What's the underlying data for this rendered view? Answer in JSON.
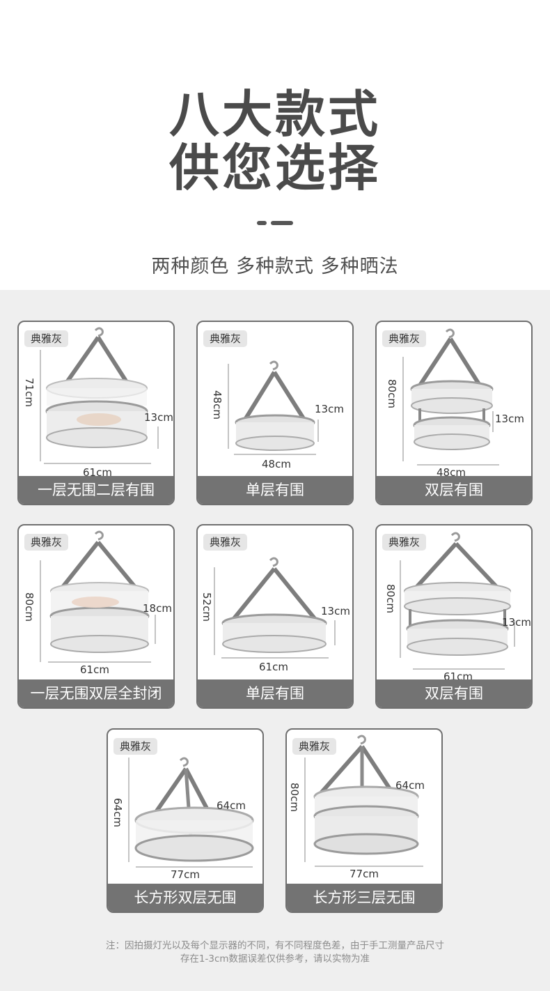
{
  "header": {
    "line1": "八大款式",
    "line2": "供您选择",
    "subtitle": "两种颜色 多种款式 多种晒法"
  },
  "cards": [
    {
      "tag": "典雅灰",
      "height": "71cm",
      "layer_gap": "13cm",
      "width": "61cm",
      "name": "一层无围二层有围"
    },
    {
      "tag": "典雅灰",
      "height": "48cm",
      "layer_gap": "13cm",
      "width": "48cm",
      "name": "单层有围"
    },
    {
      "tag": "典雅灰",
      "height": "80cm",
      "layer_gap": "13cm",
      "width": "48cm",
      "name": "双层有围"
    },
    {
      "tag": "典雅灰",
      "height": "80cm",
      "layer_gap": "18cm",
      "width": "61cm",
      "name": "一层无围双层全封闭"
    },
    {
      "tag": "典雅灰",
      "height": "52cm",
      "layer_gap": "13cm",
      "width": "61cm",
      "name": "单层有围"
    },
    {
      "tag": "典雅灰",
      "height": "80cm",
      "layer_gap": "13cm",
      "width": "61cm",
      "name": "双层有围"
    },
    {
      "tag": "典雅灰",
      "height": "64cm",
      "layer_gap": "64cm",
      "width": "77cm",
      "name": "长方形双层无围"
    },
    {
      "tag": "典雅灰",
      "height": "80cm",
      "layer_gap": "64cm",
      "width": "77cm",
      "name": "长方形三层无围"
    }
  ],
  "note": {
    "line1": "注：因拍摄灯光以及每个显示器的不同，有不同程度色差，由于手工测量产品尺寸",
    "line2": "存在1-3cm数据误差仅供参考，请以实物为准"
  },
  "colors": {
    "heading": "#4a4a4a",
    "card_border": "#6f6f6f",
    "footer_bg": "#737373",
    "background": "#efefef"
  }
}
